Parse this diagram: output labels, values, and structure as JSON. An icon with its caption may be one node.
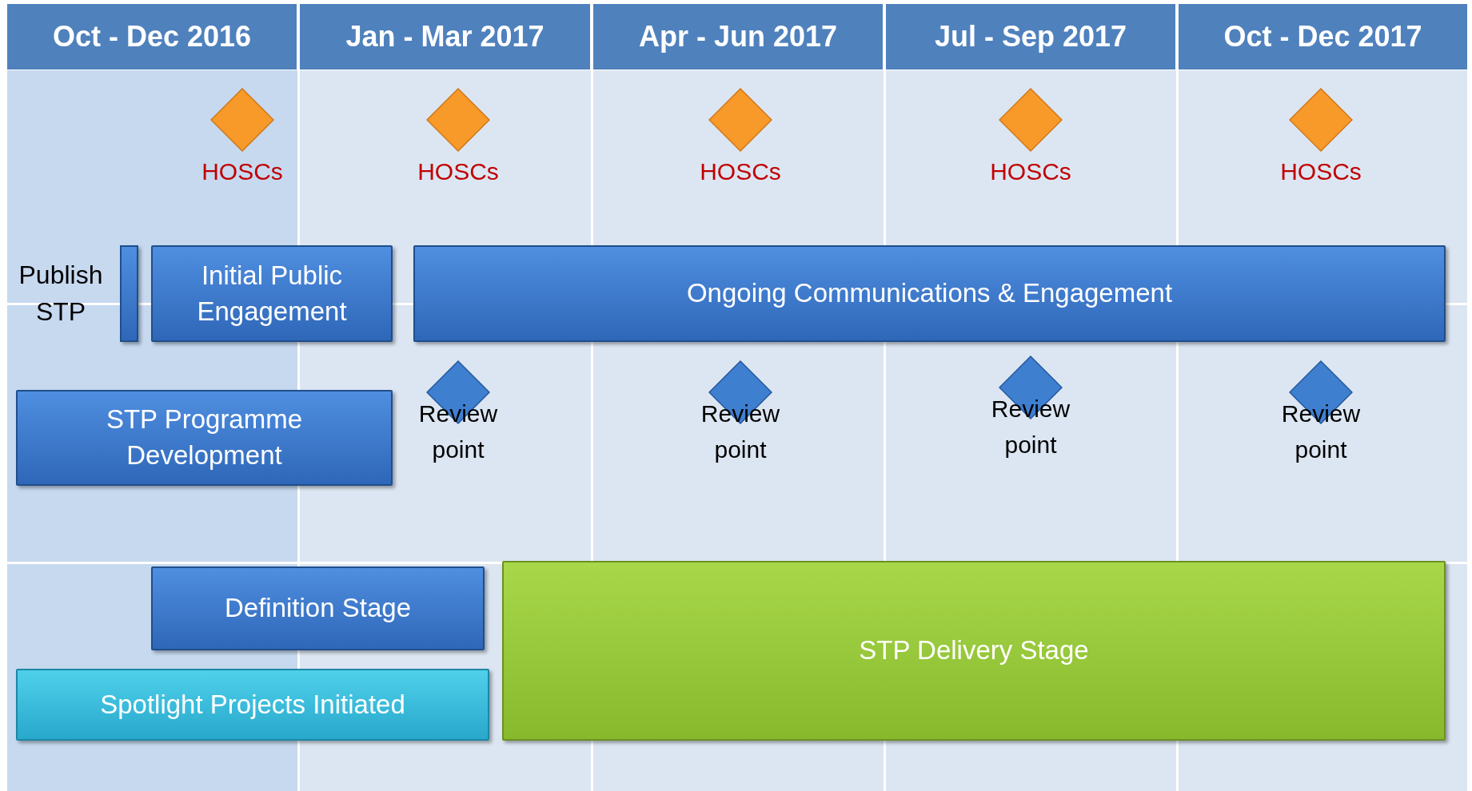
{
  "diagram": {
    "nodes": [
      {
        "text": [
          "Oct - Dec 2016"
        ]
      },
      {
        "text": [
          "Jan - Mar 2017"
        ]
      },
      {
        "text": [
          "Apr - Jun 2017"
        ]
      },
      {
        "text": [
          "Jul - Sep 2017"
        ]
      },
      {
        "text": [
          "Oct - Dec 2017"
        ]
      },
      {
        "text": [
          "HOSCs"
        ]
      },
      {
        "text": [
          "HOSCs"
        ]
      },
      {
        "text": [
          "HOSCs"
        ]
      },
      {
        "text": [
          "HOSCs"
        ]
      },
      {
        "text": [
          "HOSCs"
        ]
      },
      {
        "text": [
          "Publish STP"
        ]
      },
      {
        "text": [
          "Initial Public Engagement"
        ]
      },
      {
        "text": [
          "Ongoing Communications & Engagement"
        ]
      },
      {
        "text": [
          "STP Programme Development"
        ]
      },
      {
        "text": [
          "Review point"
        ]
      },
      {
        "text": [
          "Review point"
        ]
      },
      {
        "text": [
          "Review point"
        ]
      },
      {
        "text": [
          "Review point"
        ]
      },
      {
        "text": [
          "Definition Stage"
        ]
      },
      {
        "text": [
          "Spotlight Projects Initiated"
        ]
      },
      {
        "text": [
          "STP Delivery Stage"
        ]
      }
    ]
  }
}
